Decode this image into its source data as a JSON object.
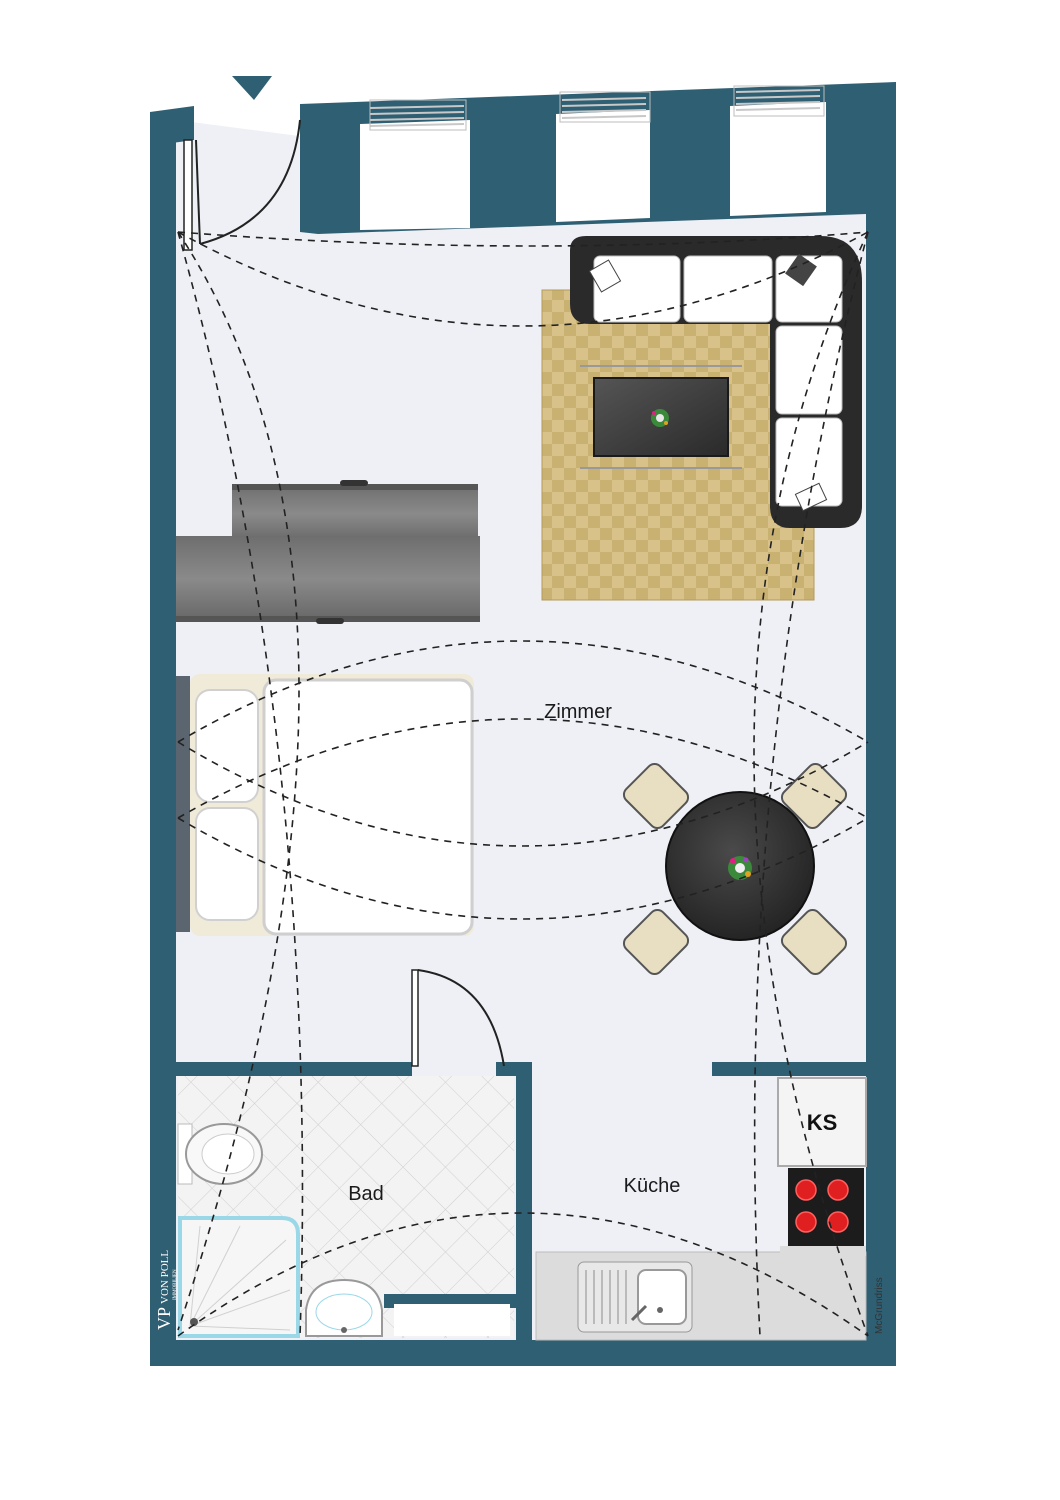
{
  "rooms": {
    "zimmer": "Zimmer",
    "bad": "Bad",
    "kueche": "Küche"
  },
  "appliances": {
    "fridge": "KS"
  },
  "branding": {
    "logo_mark": "VP",
    "logo_name": "VON POLL",
    "logo_sub": "IMMOBILIEN",
    "credit": "McGrundriss"
  },
  "colors": {
    "wall": "#2f5f73",
    "floor": "#eef0f5",
    "rug": "#d8c28a",
    "sofa_frame": "#2a2a2a",
    "counter": "#dcdcdc",
    "hob": "#1c1c1c",
    "burner": "#e02020"
  }
}
